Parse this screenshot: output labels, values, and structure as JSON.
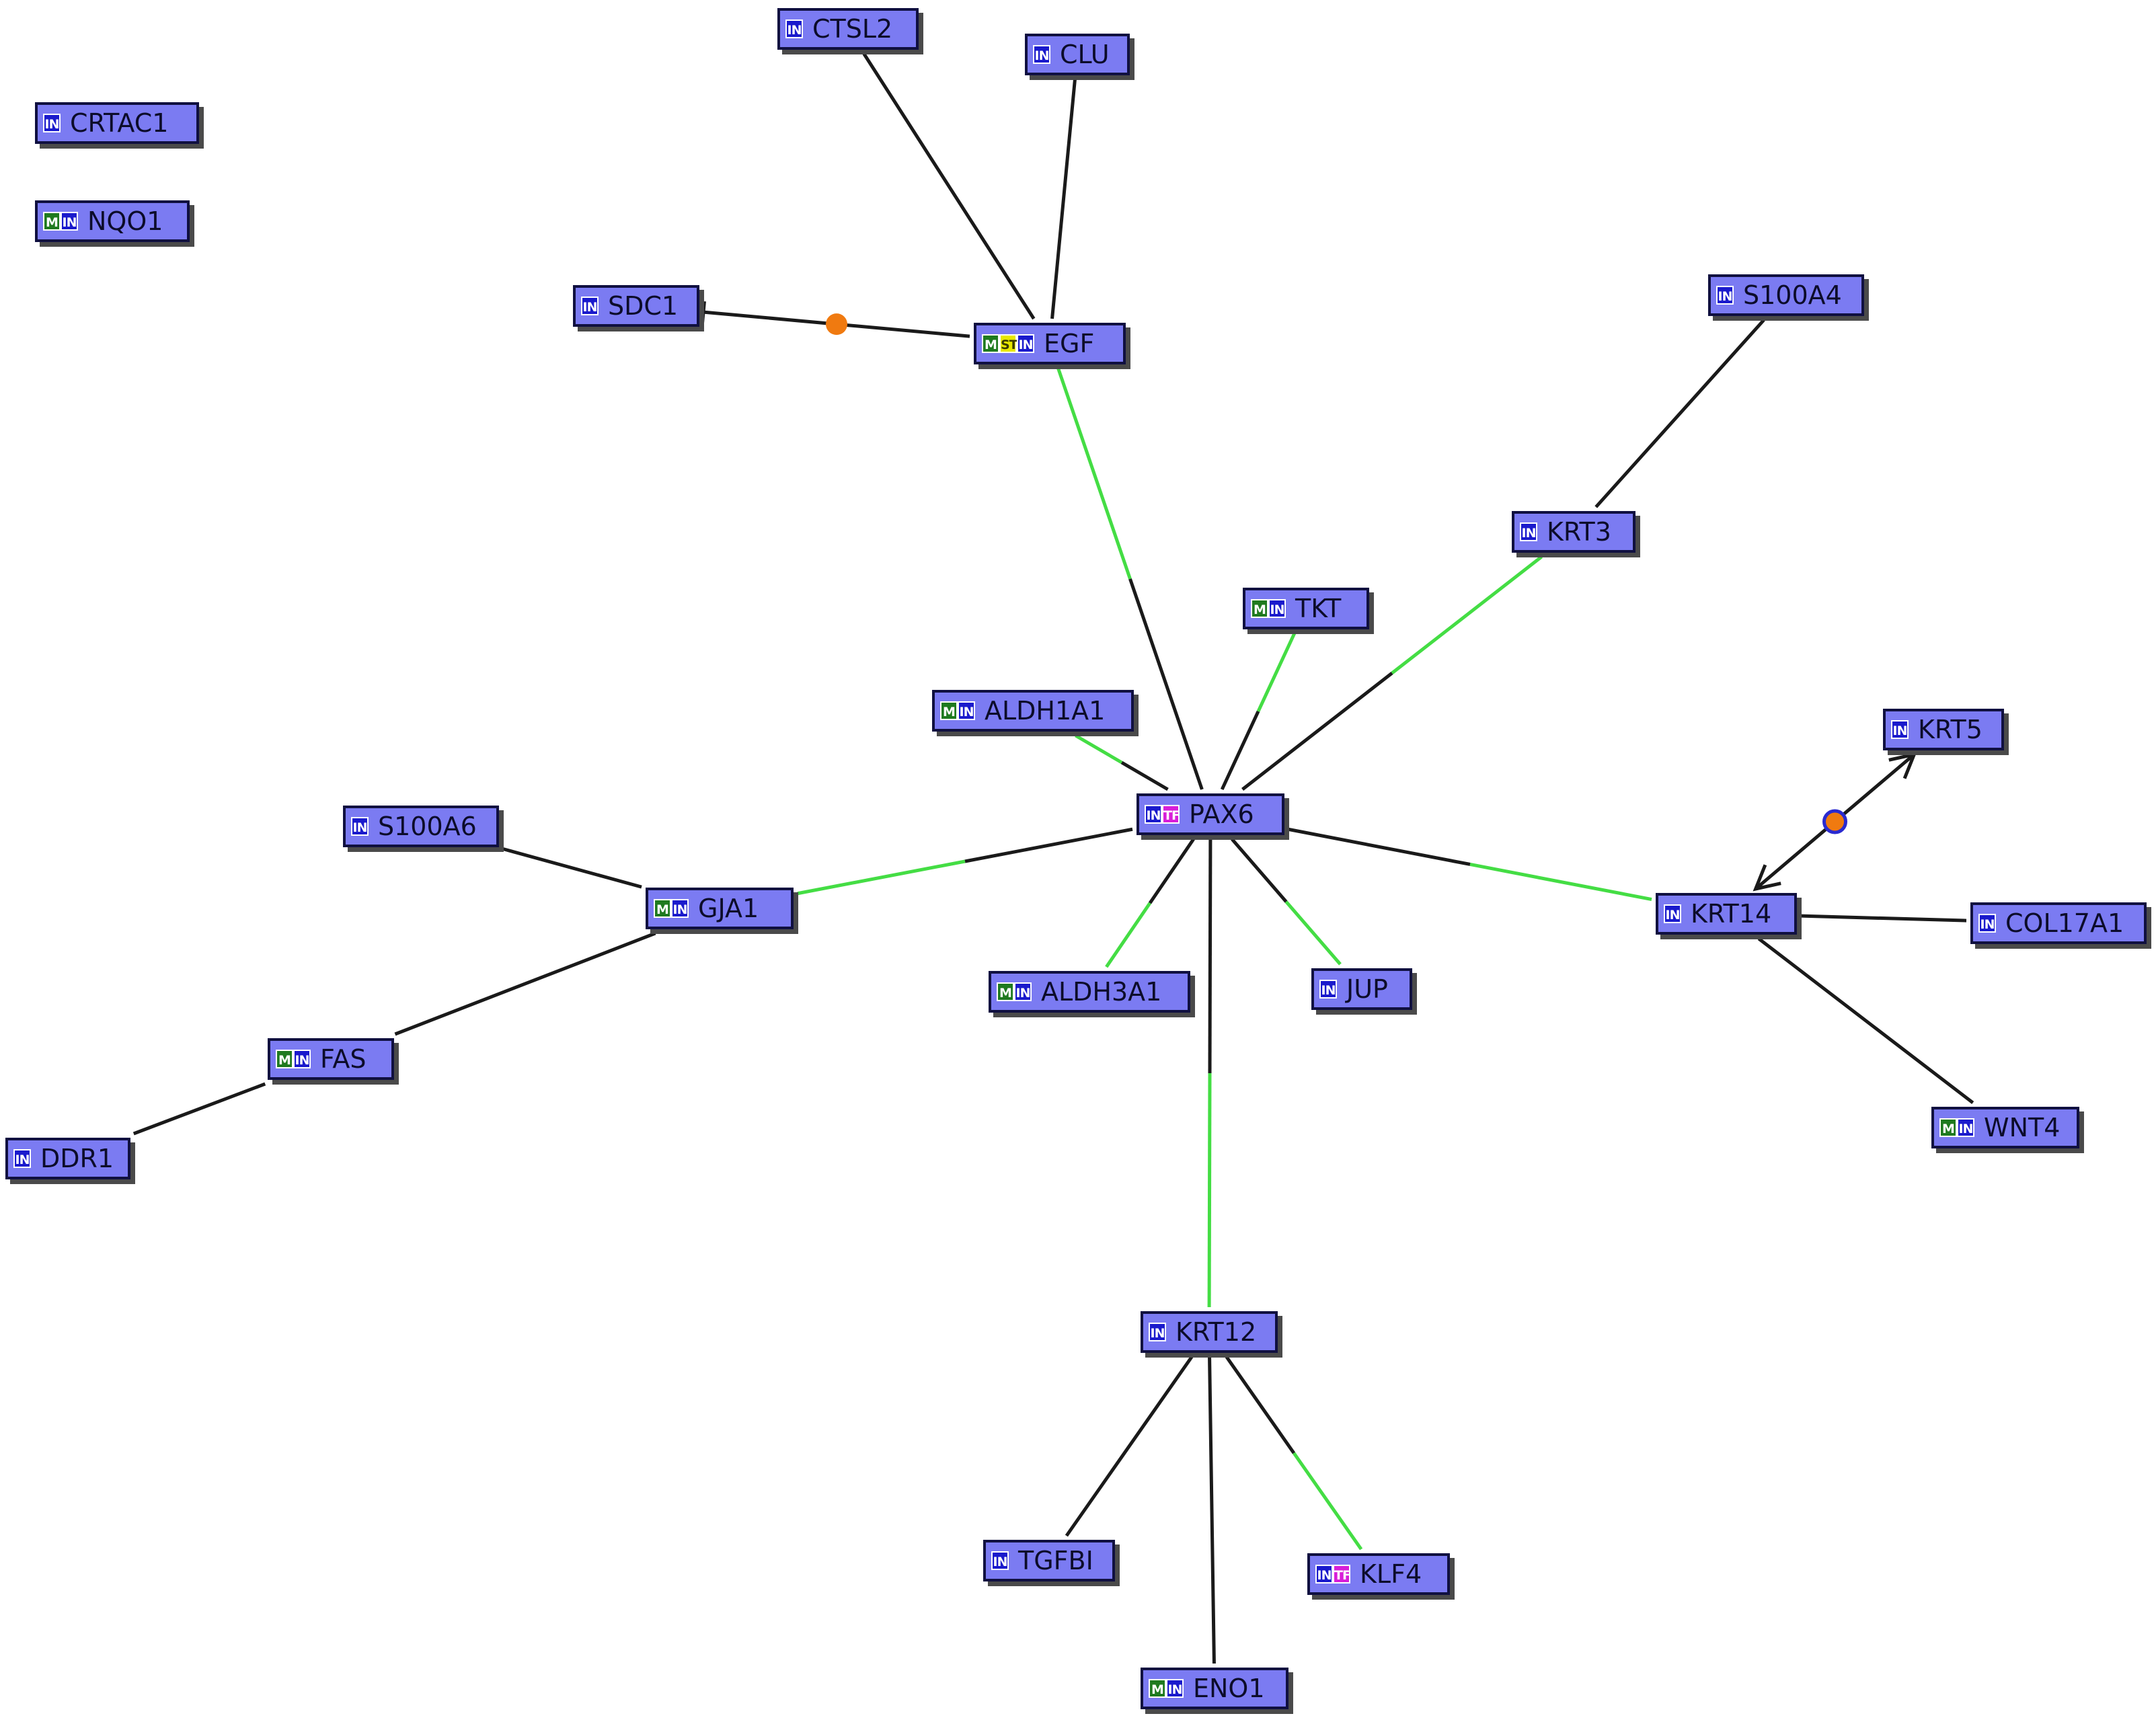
{
  "diagram": {
    "type": "gene-interaction-network",
    "badge_colors": {
      "M": "#1f7a1f",
      "IN": "#1a1acc",
      "TF": "#d81ed8",
      "ST": "#e8e800"
    },
    "edge_colors": {
      "black": "#1a1a1a",
      "green": "#44dd44",
      "marker": "#f07a10"
    },
    "nodes": [
      {
        "id": "CRTAC1",
        "label": "CRTAC1",
        "badges": [
          "IN"
        ]
      },
      {
        "id": "NQO1",
        "label": "NQO1",
        "badges": [
          "M",
          "IN"
        ]
      },
      {
        "id": "CTSL2",
        "label": "CTSL2",
        "badges": [
          "IN"
        ]
      },
      {
        "id": "CLU",
        "label": "CLU",
        "badges": [
          "IN"
        ]
      },
      {
        "id": "SDC1",
        "label": "SDC1",
        "badges": [
          "IN"
        ]
      },
      {
        "id": "EGF",
        "label": "EGF",
        "badges": [
          "M",
          "ST",
          "IN"
        ]
      },
      {
        "id": "S100A4",
        "label": "S100A4",
        "badges": [
          "IN"
        ]
      },
      {
        "id": "KRT3",
        "label": "KRT3",
        "badges": [
          "IN"
        ]
      },
      {
        "id": "TKT",
        "label": "TKT",
        "badges": [
          "M",
          "IN"
        ]
      },
      {
        "id": "ALDH1A1",
        "label": "ALDH1A1",
        "badges": [
          "M",
          "IN"
        ]
      },
      {
        "id": "KRT5",
        "label": "KRT5",
        "badges": [
          "IN"
        ]
      },
      {
        "id": "PAX6",
        "label": "PAX6",
        "badges": [
          "IN",
          "TF"
        ]
      },
      {
        "id": "S100A6",
        "label": "S100A6",
        "badges": [
          "IN"
        ]
      },
      {
        "id": "GJA1",
        "label": "GJA1",
        "badges": [
          "M",
          "IN"
        ]
      },
      {
        "id": "KRT14",
        "label": "KRT14",
        "badges": [
          "IN"
        ]
      },
      {
        "id": "COL17A1",
        "label": "COL17A1",
        "badges": [
          "IN"
        ]
      },
      {
        "id": "ALDH3A1",
        "label": "ALDH3A1",
        "badges": [
          "M",
          "IN"
        ]
      },
      {
        "id": "JUP",
        "label": "JUP",
        "badges": [
          "IN"
        ]
      },
      {
        "id": "FAS",
        "label": "FAS",
        "badges": [
          "M",
          "IN"
        ]
      },
      {
        "id": "WNT4",
        "label": "WNT4",
        "badges": [
          "M",
          "IN"
        ]
      },
      {
        "id": "DDR1",
        "label": "DDR1",
        "badges": [
          "IN"
        ]
      },
      {
        "id": "KRT12",
        "label": "KRT12",
        "badges": [
          "IN"
        ]
      },
      {
        "id": "TGFBI",
        "label": "TGFBI",
        "badges": [
          "IN"
        ]
      },
      {
        "id": "KLF4",
        "label": "KLF4",
        "badges": [
          "IN",
          "TF"
        ]
      },
      {
        "id": "ENO1",
        "label": "ENO1",
        "badges": [
          "M",
          "IN"
        ]
      }
    ],
    "edges": [
      {
        "from": "CTSL2",
        "to": "EGF",
        "style": "black"
      },
      {
        "from": "CLU",
        "to": "EGF",
        "style": "black"
      },
      {
        "from": "SDC1",
        "to": "EGF",
        "style": "black",
        "start_marker": "bar",
        "mid_marker": "dot"
      },
      {
        "from": "EGF",
        "to": "PAX6",
        "style": "green-black"
      },
      {
        "from": "S100A4",
        "to": "KRT3",
        "style": "black"
      },
      {
        "from": "KRT3",
        "to": "PAX6",
        "style": "green-black"
      },
      {
        "from": "TKT",
        "to": "PAX6",
        "style": "green-black"
      },
      {
        "from": "ALDH1A1",
        "to": "PAX6",
        "style": "green-black"
      },
      {
        "from": "GJA1",
        "to": "PAX6",
        "style": "green-black"
      },
      {
        "from": "KRT14",
        "to": "PAX6",
        "style": "green-black"
      },
      {
        "from": "ALDH3A1",
        "to": "PAX6",
        "style": "green-black"
      },
      {
        "from": "JUP",
        "to": "PAX6",
        "style": "green-black"
      },
      {
        "from": "KRT12",
        "to": "PAX6",
        "style": "green-black"
      },
      {
        "from": "S100A6",
        "to": "GJA1",
        "style": "black"
      },
      {
        "from": "FAS",
        "to": "GJA1",
        "style": "black"
      },
      {
        "from": "DDR1",
        "to": "FAS",
        "style": "black"
      },
      {
        "from": "KRT5",
        "to": "KRT14",
        "style": "black",
        "start_marker": "arrow",
        "end_marker": "arrow",
        "mid_marker": "dot-blue"
      },
      {
        "from": "COL17A1",
        "to": "KRT14",
        "style": "black"
      },
      {
        "from": "WNT4",
        "to": "KRT14",
        "style": "black"
      },
      {
        "from": "TGFBI",
        "to": "KRT12",
        "style": "black"
      },
      {
        "from": "ENO1",
        "to": "KRT12",
        "style": "black"
      },
      {
        "from": "KLF4",
        "to": "KRT12",
        "style": "green-black"
      }
    ]
  }
}
